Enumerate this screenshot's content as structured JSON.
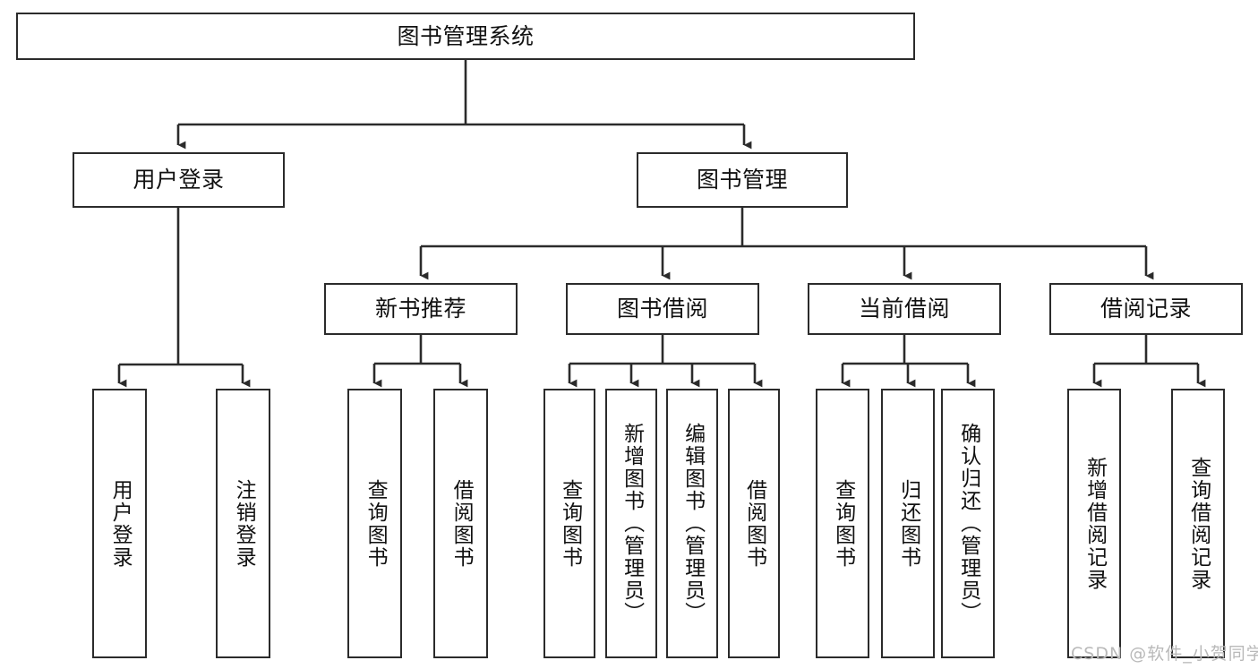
{
  "diagram": {
    "title": "图书管理系统",
    "type": "tree",
    "orientation": "top-down",
    "colors": {
      "box_border": "#2b2b2b",
      "box_fill": "#ffffff",
      "connector": "#2b2b2b",
      "text": "#111111",
      "watermark": "#b9b9b9",
      "background": "#ffffff"
    },
    "root": {
      "label": "图书管理系统"
    },
    "level2": [
      {
        "label": "用户登录"
      },
      {
        "label": "图书管理"
      }
    ],
    "level3": [
      {
        "label": "新书推荐"
      },
      {
        "label": "图书借阅"
      },
      {
        "label": "当前借阅"
      },
      {
        "label": "借阅记录"
      }
    ],
    "leaves": {
      "user_login": [
        {
          "label": "用户登录"
        },
        {
          "label": "注销登录"
        }
      ],
      "new_book_recommend": [
        {
          "label": "查询图书"
        },
        {
          "label": "借阅图书"
        }
      ],
      "book_borrow": [
        {
          "label": "查询图书"
        },
        {
          "label": "新增图书（管理员）"
        },
        {
          "label": "编辑图书（管理员）"
        },
        {
          "label": "借阅图书"
        }
      ],
      "current_borrow": [
        {
          "label": "查询图书"
        },
        {
          "label": "归还图书"
        },
        {
          "label": "确认归还（管理员）"
        }
      ],
      "borrow_record": [
        {
          "label": "新增借阅记录"
        },
        {
          "label": "查询借阅记录"
        }
      ]
    },
    "watermark": "CSDN @软件_小贺同学"
  }
}
